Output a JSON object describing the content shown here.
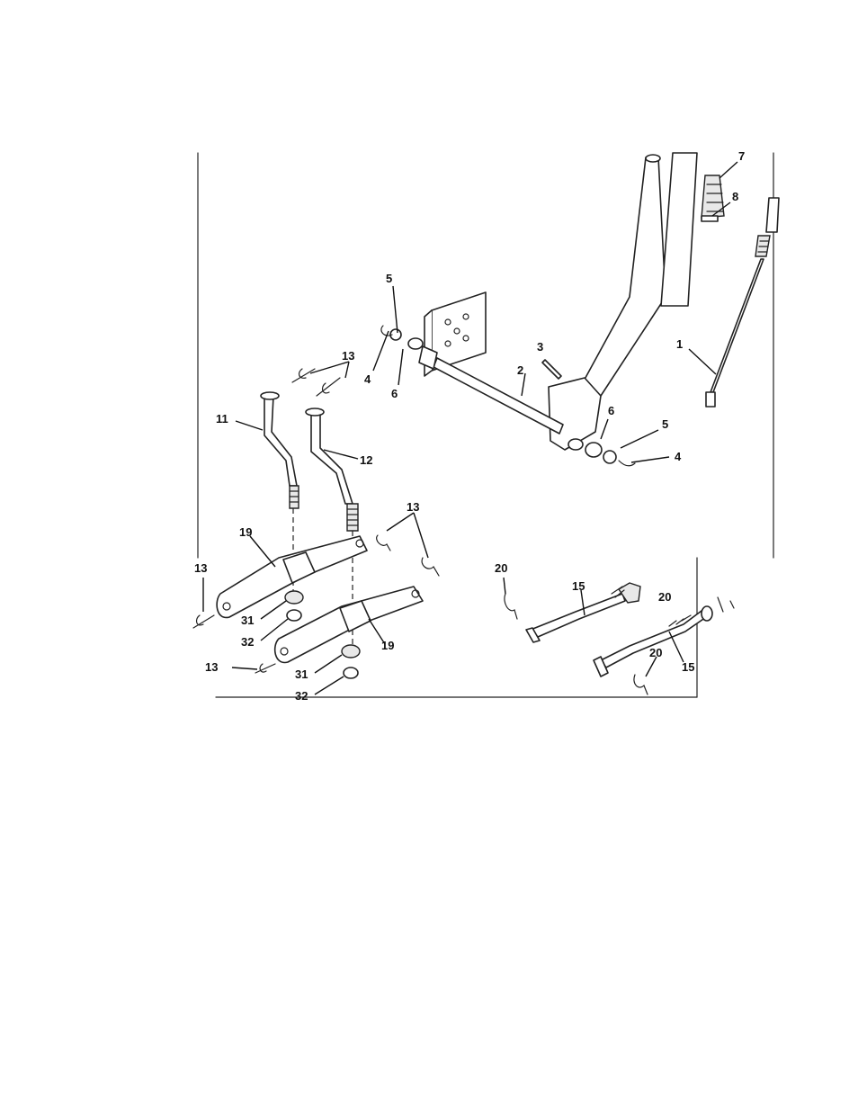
{
  "callouts": {
    "c1": "1",
    "c2": "2",
    "c3": "3",
    "c4a": "4",
    "c4b": "4",
    "c5a": "5",
    "c5b": "5",
    "c6a": "6",
    "c6b": "6",
    "c7": "7",
    "c8": "8",
    "c11": "11",
    "c12": "12",
    "c13a": "13",
    "c13b": "13",
    "c13c": "13",
    "c13d": "13",
    "c19a": "19",
    "c19b": "19",
    "c31a": "31",
    "c31b": "31",
    "c32a": "32",
    "c32b": "32",
    "c20a": "20",
    "c20b": "20",
    "c20c": "20",
    "c15a": "15",
    "c15b": "15"
  }
}
